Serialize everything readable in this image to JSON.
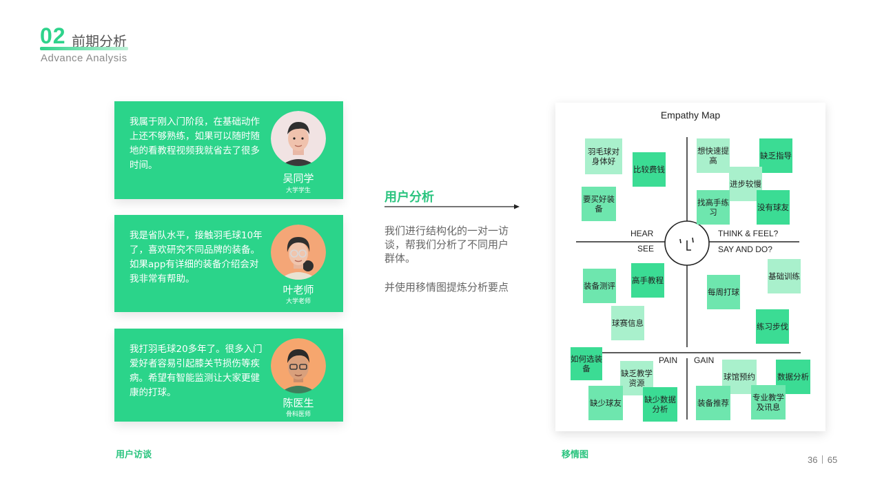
{
  "header": {
    "number": "02",
    "title": "前期分析",
    "subtitle": "Advance Analysis"
  },
  "personas": [
    {
      "quote": "我属于刚入门阶段，在基础动作上还不够熟练，如果可以随时随地的看教程视频我就省去了很多时间。",
      "name": "吴同学",
      "role": "大学学生"
    },
    {
      "quote": "我是省队水平，接触羽毛球10年了，喜欢研究不同品牌的装备。如果app有详细的装备介绍会对我非常有帮助。",
      "name": "叶老师",
      "role": "大学老师"
    },
    {
      "quote": "我打羽毛球20多年了。很多入门爱好者容易引起膝关节损伤等疾病。希望有智能监测让大家更健康的打球。",
      "name": "陈医生",
      "role": "骨科医师"
    }
  ],
  "captions": {
    "interviews": "用户访谈",
    "empathy": "移情图"
  },
  "analysis": {
    "title": "用户分析",
    "paragraph1": "我们进行结构化的一对一访谈，帮我们分析了不同用户群体。",
    "paragraph2": "并使用移情图提炼分析要点"
  },
  "empathy_map": {
    "title": "Empathy Map",
    "quadrant_labels": {
      "hear": "HEAR",
      "see": "SEE",
      "think_feel": "THINK & FEEL?",
      "say_do": "SAY AND DO?",
      "pain": "PAIN",
      "gain": "GAIN"
    },
    "notes": {
      "n1": "羽毛球对身体好",
      "n2": "比较费钱",
      "n3": "要买好装备",
      "n4": "想快速提高",
      "n5": "缺乏指导",
      "n6": "进步较慢",
      "n7": "找高手练习",
      "n8": "没有球友",
      "n9": "装备测评",
      "n10": "高手教程",
      "n11": "球赛信息",
      "n12": "基础训练",
      "n13": "每周打球",
      "n14": "练习步伐",
      "n15": "如何选装备",
      "n16": "缺乏教学资源",
      "n17": "缺少球友",
      "n18": "缺少数据分析",
      "n19": "球馆预约",
      "n20": "数据分析",
      "n21": "装备推荐",
      "n22": "专业教学及讯息"
    }
  },
  "page_indicator": {
    "current": "36",
    "total": "65"
  },
  "colors": {
    "accent": "#2bd48a",
    "sticky_dark": "#3bdc94",
    "sticky_mid": "#6ee6ae",
    "sticky_light": "#a9f0cc"
  }
}
